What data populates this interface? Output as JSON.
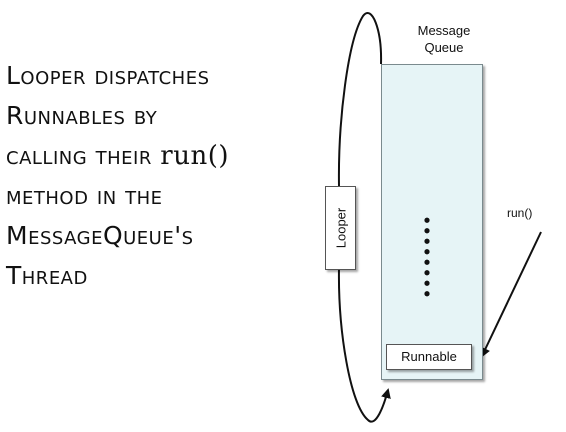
{
  "caption": {
    "line1": "Looper dispatches",
    "line2": "Runnables by",
    "line3_prefix": "calling their ",
    "line3_code": "run()",
    "line4": "method in the",
    "line5": "MessageQueue's",
    "line6": "Thread"
  },
  "diagram": {
    "queue_title_line1": "Message",
    "queue_title_line2": "Queue",
    "runnable_label": "Runnable",
    "looper_label": "Looper",
    "run_label": "run()"
  }
}
